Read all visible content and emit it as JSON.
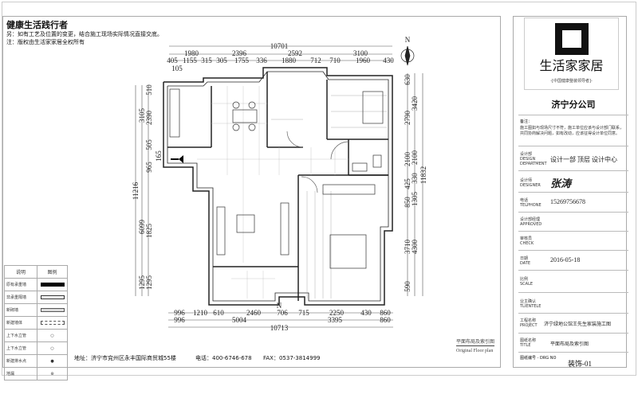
{
  "header": {
    "slogan": "健康生活践行者",
    "note1": "另：如有工艺及位置的变更，结合施工现场实际情况直接交底。",
    "note2": "注：版权由生活家家居全权所有"
  },
  "dimensions": {
    "top_total": "10701",
    "top_row1": [
      "1980",
      "2396",
      "2592",
      "3100"
    ],
    "top_row2": [
      "405",
      "1155",
      "315",
      "305",
      "1755",
      "336",
      "1880",
      "712",
      "710",
      "1960",
      "430"
    ],
    "top_extra": "105",
    "left_total": "11216",
    "left_col1": [
      "3105",
      "6099",
      "1295"
    ],
    "left_col2": [
      "510",
      "2390",
      "505",
      "965",
      "1825",
      "1295"
    ],
    "left_extra": "165",
    "right_col1": [
      "630",
      "2790",
      "2100",
      "425",
      "850",
      "3710",
      "590"
    ],
    "right_col2": [
      "3420",
      "2100",
      "330",
      "1305",
      "4300"
    ],
    "right_total": "11832",
    "bottom_row1": [
      "996",
      "1210",
      "610",
      "2460",
      "706",
      "715",
      "2250",
      "430",
      "860"
    ],
    "bottom_row2": [
      "996",
      "5004",
      "3395",
      "860"
    ],
    "bottom_total": "10713",
    "north_label": "N"
  },
  "legend": {
    "header": [
      "说明",
      "图例"
    ],
    "rows": [
      "原有承重墙",
      "非承重隔墙",
      "新砌墙",
      "新建墙体",
      "上下水立管",
      "上下水立管",
      "新建排水点",
      "地漏"
    ]
  },
  "footer": {
    "address": "地址：济宁市兖州区永丰国际商贸城55楼",
    "phone": "电话：400-6746-678",
    "fax": "FAX：0537-3814999",
    "drawing_caption": "平面布局及索引图",
    "drawing_caption_en": "Original Floor plan"
  },
  "title_block": {
    "logo_text": "生活家家居",
    "logo_subtitle": "-[中国健康整装领导者]-",
    "branch": "济宁分公司",
    "remark_label": "备注：",
    "remark_text": "施工图如与现场尺寸不符，施工单位应该与设计部门联系，共同协商解决问题，如有改动，应该征得设计单位同意。",
    "rows": [
      {
        "label": "设计部",
        "label_en": "DESIGN DEPARTMENT",
        "value": "设计一部 顶层 设计中心"
      },
      {
        "label": "设计师",
        "label_en": "DESIGNER",
        "value": "张涛"
      },
      {
        "label": "电话",
        "label_en": "TELPHONE",
        "value": "15269756678"
      },
      {
        "label": "设计部经理",
        "label_en": "APPROVED",
        "value": ""
      },
      {
        "label": "审核员",
        "label_en": "CHECK",
        "value": ""
      },
      {
        "label": "日期",
        "label_en": "DATE",
        "value": "2016-05-18"
      },
      {
        "label": "比例",
        "label_en": "SCALE",
        "value": ""
      },
      {
        "label": "业主确认",
        "label_en": "TLIENTELE",
        "value": ""
      },
      {
        "label": "工程名称",
        "label_en": "PROJECT",
        "value": "济宁绿地公馆王先生家装施工图"
      },
      {
        "label": "图纸名称",
        "label_en": "TITLE",
        "value": "平面布局及索引图"
      }
    ],
    "drawing_no_label": "图纸编号 - DRG NO",
    "drawing_no": "装饰-01"
  }
}
